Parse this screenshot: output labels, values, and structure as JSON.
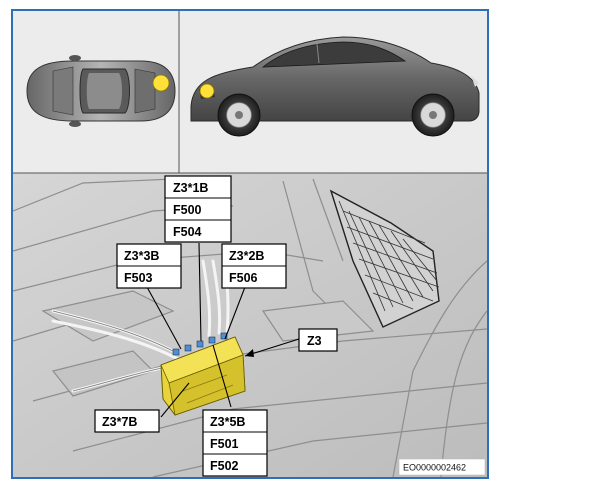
{
  "colors": {
    "frame": "#2d6fb8",
    "marker": "#ffe13a",
    "component": "#e8d43a"
  },
  "panels": {
    "top_view_icon": "car-top-view",
    "side_view_icon": "car-side-view",
    "detail_icon": "luggage-compartment-view"
  },
  "labels": {
    "z3_1b": {
      "title": "Z3*1B",
      "lines": [
        "F500",
        "F504"
      ]
    },
    "z3_3b": {
      "title": "Z3*3B",
      "lines": [
        "F503"
      ]
    },
    "z3_2b": {
      "title": "Z3*2B",
      "lines": [
        "F506"
      ]
    },
    "z3": {
      "title": "Z3",
      "lines": []
    },
    "z3_7b": {
      "title": "Z3*7B",
      "lines": []
    },
    "z3_5b": {
      "title": "Z3*5B",
      "lines": [
        "F501",
        "F502"
      ]
    }
  },
  "image_code": "EO0000002462"
}
